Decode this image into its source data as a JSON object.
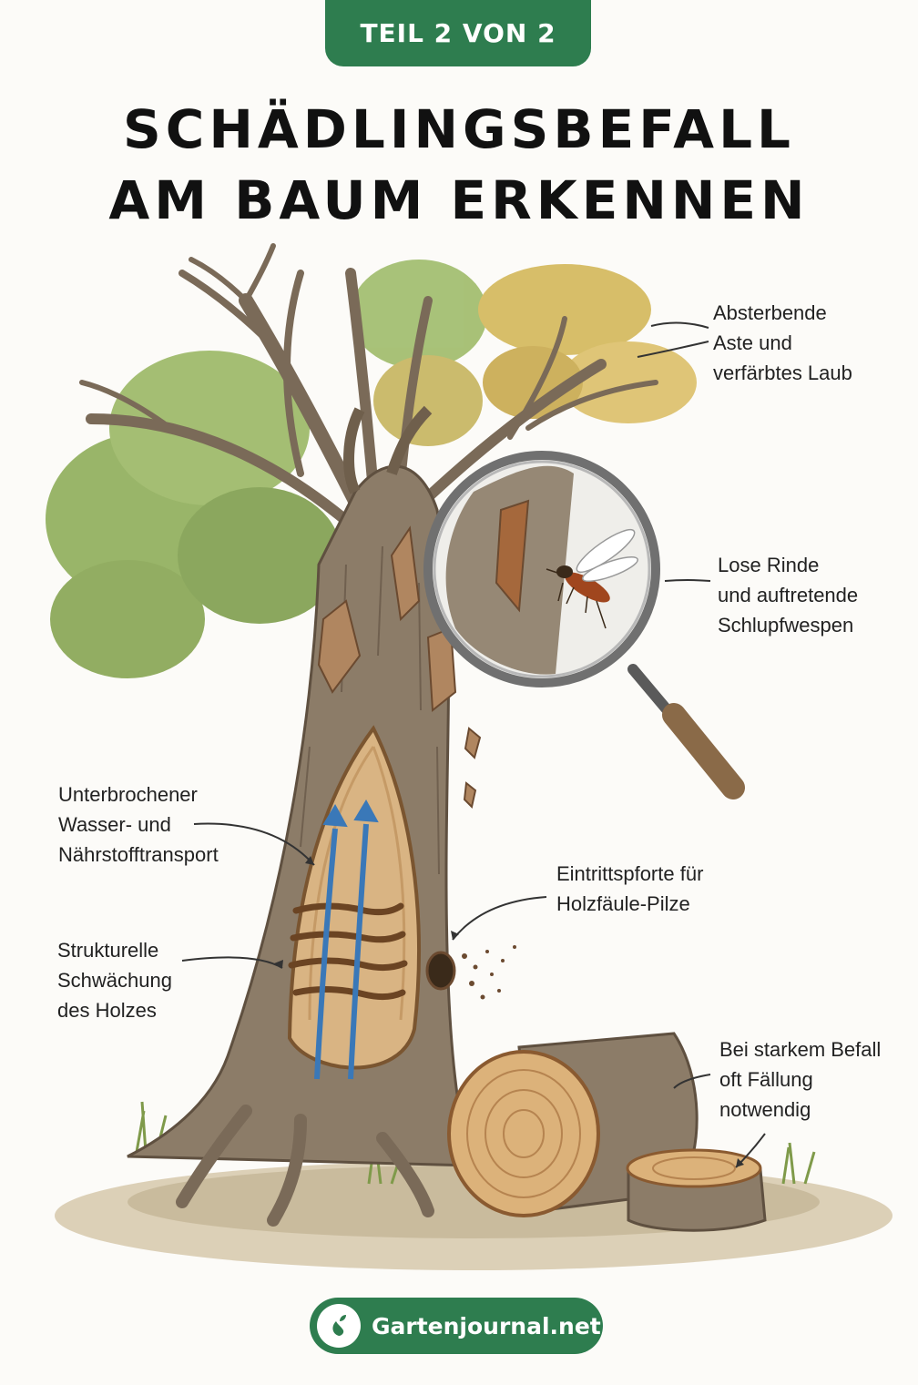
{
  "badge": {
    "text": "TEIL 2 VON 2"
  },
  "title": {
    "line1": "SCHÄDLINGSBEFALL",
    "line2": "AM BAUM ERKENNEN"
  },
  "labels": {
    "dying_branches": [
      "Absterbende",
      "Aste und",
      "verfärbtes Laub"
    ],
    "loose_bark": [
      "Lose Rinde",
      "und auftretende",
      "Schlupfwespen"
    ],
    "water_transport": [
      "Unterbrochener",
      "Wasser- und",
      "Nährstofftransport"
    ],
    "entry_port": [
      "Eintrittspforte für",
      "Holzfäule-Pilze"
    ],
    "weakening": [
      "Strukturelle",
      "Schwächung",
      "des Holzes"
    ],
    "felling": [
      "Bei starkem Befall",
      "oft Fällung",
      "notwendig"
    ]
  },
  "footer": {
    "text": "Gartenjournal.net",
    "logo_icon": "garden-leaf-icon"
  },
  "colors": {
    "accent_green": "#2e7d4f",
    "water_arrow": "#3a78b8"
  }
}
